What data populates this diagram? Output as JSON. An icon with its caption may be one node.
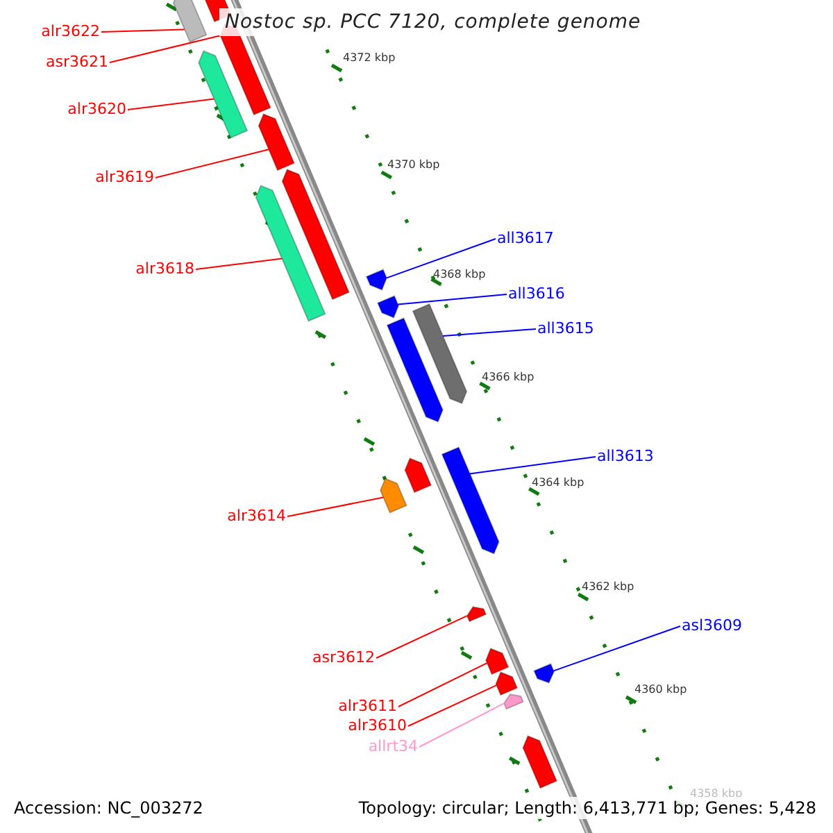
{
  "diagram": {
    "title": "Nostoc sp. PCC 7120, complete genome",
    "nodes": [
      {
        "text": [
          "alr3622"
        ]
      },
      {
        "text": [],
        "shape": "bar"
      },
      {
        "text": [
          "asr3621"
        ]
      },
      {
        "text": [],
        "shape": "bar"
      },
      {
        "text": [
          "alr3620"
        ]
      },
      {
        "text": [],
        "shape": "bar"
      },
      {
        "text": [
          "alr3619"
        ]
      },
      {
        "text": [],
        "shape": "bar"
      },
      {
        "text": [
          "alr3618"
        ]
      },
      {
        "text": [],
        "shape": "bar"
      },
      {
        "text": [
          "all3617"
        ]
      },
      {
        "text": [],
        "shape": "bar"
      },
      {
        "text": [
          "all3616"
        ]
      },
      {
        "text": [],
        "shape": "bar"
      },
      {
        "text": [
          "all3615"
        ]
      },
      {
        "text": [],
        "shape": "bar"
      },
      {
        "text": [
          "all3613"
        ]
      },
      {
        "text": [],
        "shape": "bar"
      },
      {
        "text": [
          "alr3614"
        ]
      },
      {
        "text": [],
        "shape": "bar"
      },
      {
        "text": [
          "asr3612"
        ]
      },
      {
        "text": [],
        "shape": "bar"
      },
      {
        "text": [
          "asl3609"
        ]
      },
      {
        "text": [],
        "shape": "bar"
      },
      {
        "text": [
          "alr3611"
        ]
      },
      {
        "text": [],
        "shape": "bar"
      },
      {
        "text": [
          "alr3610"
        ]
      },
      {
        "text": [],
        "shape": "bar"
      },
      {
        "text": [
          "allrt34"
        ]
      },
      {
        "text": [],
        "shape": "bar"
      },
      {
        "text": [],
        "shape": "bar"
      },
      {
        "text": [],
        "shape": "bar"
      },
      {
        "text": [],
        "shape": "bar"
      },
      {
        "text": [],
        "shape": "bar"
      },
      {
        "text": [],
        "shape": "bar"
      }
    ],
    "edges": [
      {
        "from": 0,
        "to": 1,
        "arrow": "none"
      },
      {
        "from": 2,
        "to": 3,
        "arrow": "none"
      },
      {
        "from": 4,
        "to": 5,
        "arrow": "none"
      },
      {
        "from": 6,
        "to": 7,
        "arrow": "none"
      },
      {
        "from": 8,
        "to": 9,
        "arrow": "none"
      },
      {
        "from": 10,
        "to": 11,
        "arrow": "none",
        "color": "#0000ff"
      },
      {
        "from": 12,
        "to": 13,
        "arrow": "none",
        "color": "#0000ff"
      },
      {
        "from": 14,
        "to": 15,
        "arrow": "none",
        "color": "#0000ff"
      },
      {
        "from": 16,
        "to": 17,
        "arrow": "none",
        "color": "#0000ff"
      },
      {
        "from": 18,
        "to": 19,
        "arrow": "none"
      },
      {
        "from": 20,
        "to": 21,
        "arrow": "none"
      },
      {
        "from": 22,
        "to": 23,
        "arrow": "none",
        "color": "#0000ff"
      },
      {
        "from": 24,
        "to": 25,
        "arrow": "none"
      },
      {
        "from": 26,
        "to": 27,
        "arrow": "none"
      },
      {
        "from": 28,
        "to": 29,
        "arrow": "none",
        "color": "#ff99cc"
      }
    ],
    "labels": [
      "4372 kbp",
      "4370 kbp",
      "4368 kbp",
      "4366 kbp",
      "4364 kbp",
      "4362 kbp",
      "4360 kbp",
      "4358 kbp",
      "Accession: NC_003272",
      "Topology: circular; Length: 6,413,771 bp; Genes: 5,428"
    ]
  }
}
